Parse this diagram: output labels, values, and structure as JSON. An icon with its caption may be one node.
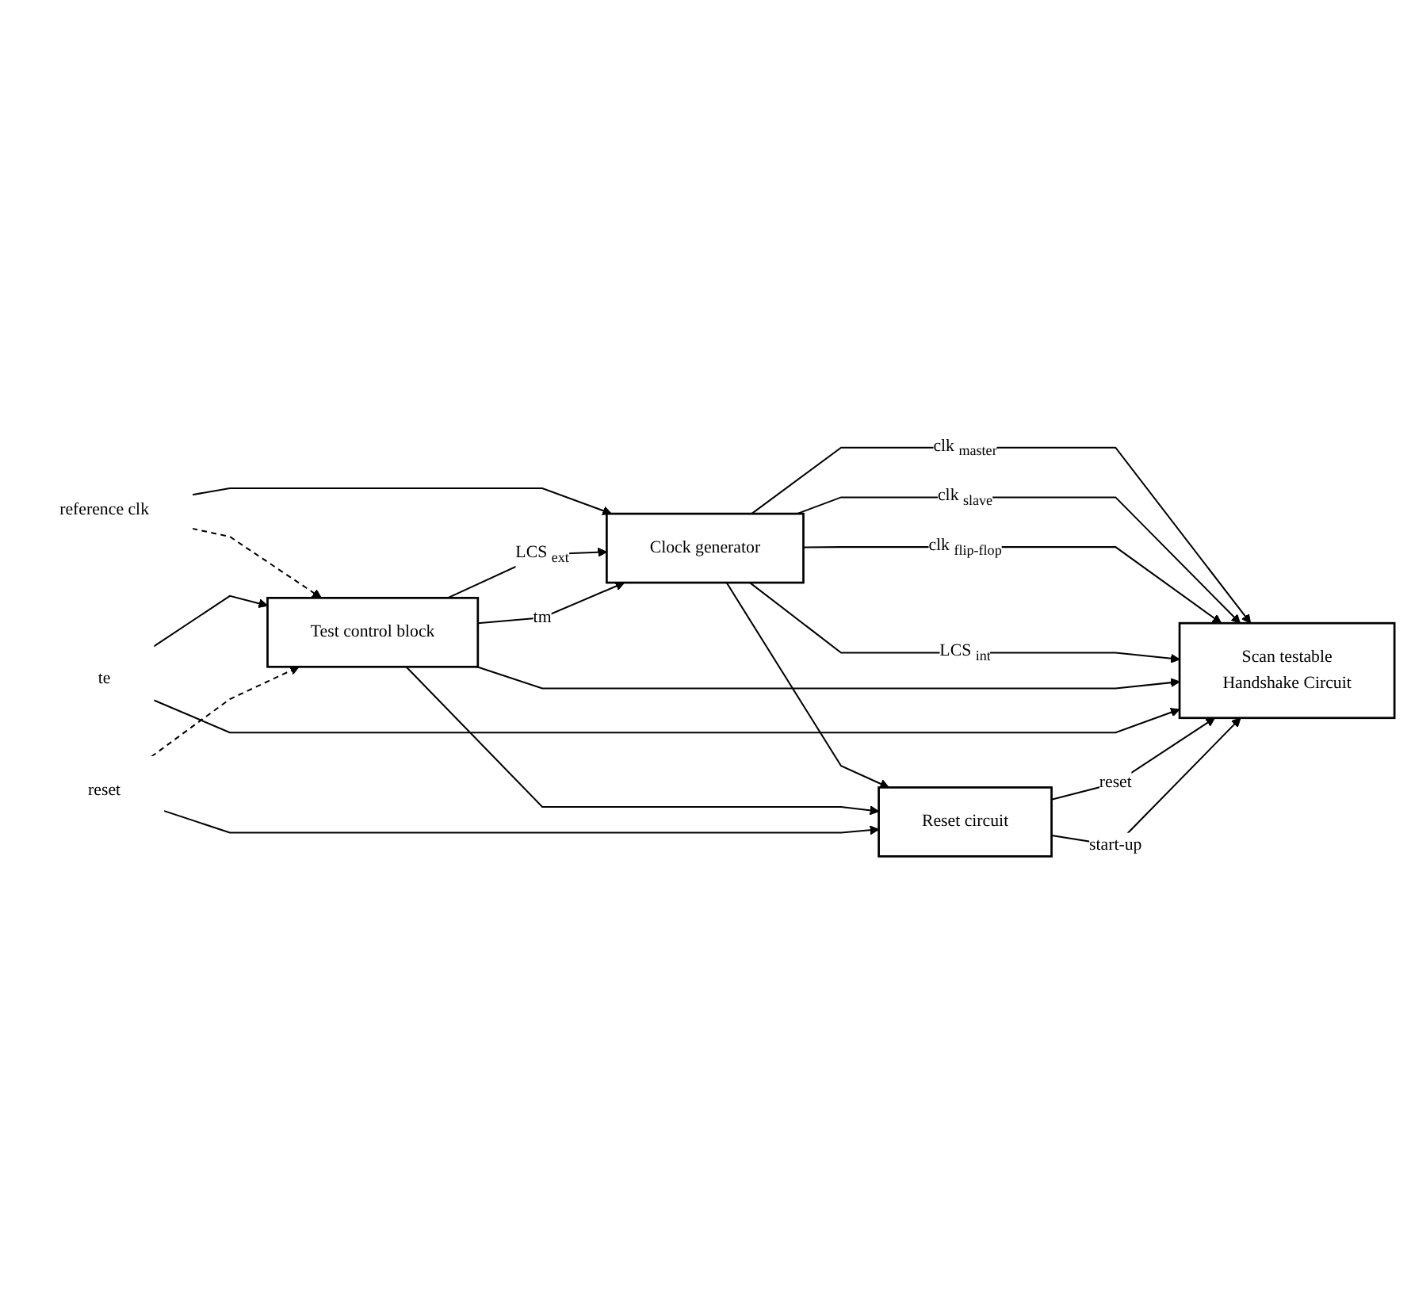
{
  "diagram": {
    "nodes": [
      {
        "text": [
          "Clock generator"
        ]
      },
      {
        "text": [
          "Scan testable",
          "Handshake Circuit"
        ]
      },
      {
        "text": [
          "Test control block"
        ]
      },
      {
        "text": [
          "Reset circuit"
        ]
      },
      {
        "text": [
          "reference clk"
        ]
      },
      {
        "text": [
          "te"
        ]
      },
      {
        "text": [
          "reset"
        ]
      }
    ],
    "edges": [
      {
        "from": 4,
        "to": 0,
        "arrow": "to"
      },
      {
        "from": 4,
        "to": 2,
        "arrow": "to",
        "style": "dashed"
      },
      {
        "from": 0,
        "to": 1,
        "arrow": "to",
        "label": "clk $_{master}$"
      },
      {
        "from": 0,
        "to": 1,
        "arrow": "to",
        "label": "clk $_{slave}$"
      },
      {
        "from": 0,
        "to": 1,
        "arrow": "to",
        "label": "clk $_{flip-flop}$"
      },
      {
        "from": 0,
        "to": 3,
        "arrow": "to"
      },
      {
        "from": 0,
        "to": 1,
        "arrow": "to",
        "label": "LCS $_{int}$"
      },
      {
        "from": 2,
        "to": 0,
        "arrow": "to",
        "label": "LCS $_{ext}$"
      },
      {
        "from": 2,
        "to": 0,
        "arrow": "to",
        "label": "tm"
      },
      {
        "from": 2,
        "to": 1,
        "arrow": "to"
      },
      {
        "from": 2,
        "to": 3,
        "arrow": "to"
      },
      {
        "from": 5,
        "to": 2,
        "arrow": "to"
      },
      {
        "from": 5,
        "to": 1,
        "arrow": "to"
      },
      {
        "from": 3,
        "to": 1,
        "arrow": "to",
        "label": "reset"
      },
      {
        "from": 3,
        "to": 1,
        "arrow": "to",
        "label": "start-up"
      },
      {
        "from": 6,
        "to": 3,
        "arrow": "to"
      },
      {
        "from": 6,
        "to": 2,
        "arrow": "to",
        "style": "dashed"
      }
    ]
  }
}
